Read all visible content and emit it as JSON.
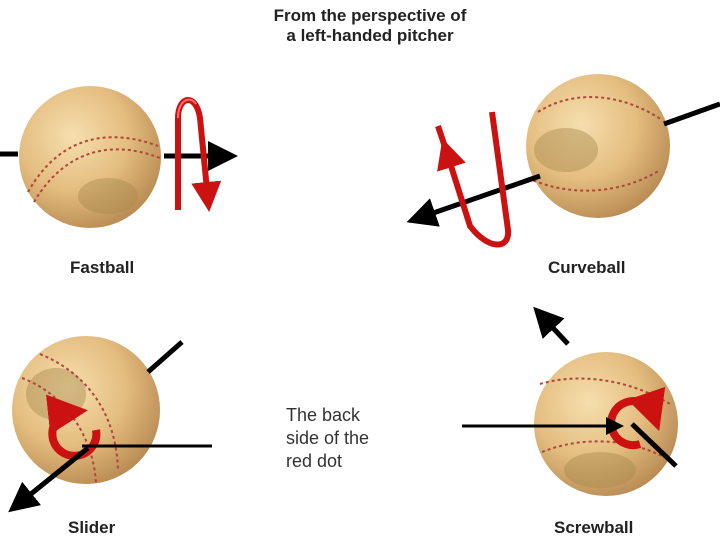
{
  "title": {
    "line1": "From the perspective of",
    "line2": "a left-handed pitcher"
  },
  "pitches": {
    "fastball": "Fastball",
    "curveball": "Curveball",
    "slider": "Slider",
    "screwball": "Screwball"
  },
  "note": {
    "line1": "The back",
    "line2": "side of the",
    "line3": "red dot"
  },
  "colors": {
    "arrow": "#000000",
    "spin": "#cc1111",
    "leather": "#e9c58a",
    "seam": "#b0453a"
  }
}
